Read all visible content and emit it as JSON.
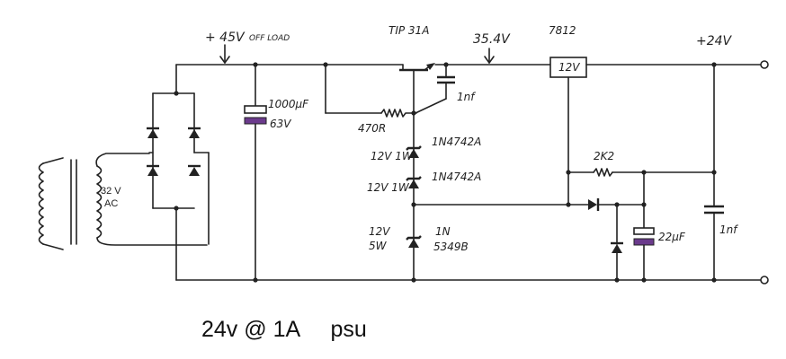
{
  "labels": {
    "voltage_off_load": "+ 45V",
    "off_load_note": "OFF LOAD",
    "transistor": "TIP 31A",
    "regulator": "7812",
    "reg_box": "12V",
    "v_mid": "35.4V",
    "v_out": "+24V",
    "cap_main_value": "1000µF",
    "cap_main_voltage": "63V",
    "cap_1nf_top": "1nf",
    "resistor_470": "470R",
    "zener1_rating": "12V 1W",
    "zener1_part": "1N4742A",
    "zener2_rating": "12V 1W",
    "zener2_part": "1N4742A",
    "zener3_voltage": "12V",
    "zener3_watts": "5W",
    "zener3_part_a": "1N",
    "zener3_part_b": "5349B",
    "resistor_2k2": "2K2",
    "cap_22uf": "22µF",
    "cap_1nf_out": "1nf",
    "transformer_voltage": "32 V",
    "transformer_ac": "AC"
  },
  "title": "24v @ 1A     psu"
}
